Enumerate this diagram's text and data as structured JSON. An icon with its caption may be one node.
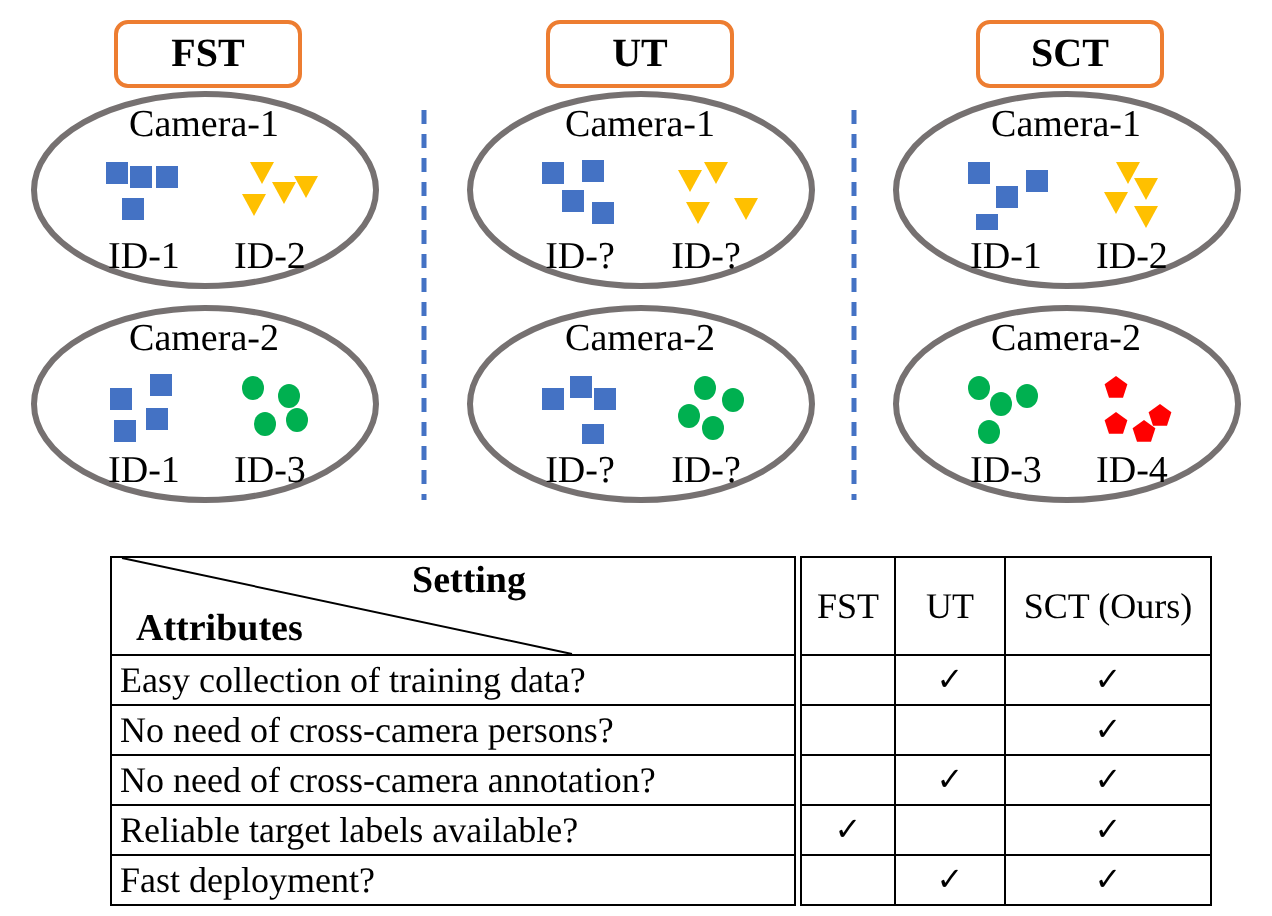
{
  "diagram": {
    "nodes": [
      {
        "text": [
          "FST"
        ]
      },
      {
        "text": [
          "UT"
        ]
      },
      {
        "text": [
          "SCT"
        ]
      },
      {
        "text": [
          "Camera-1",
          "ID-1",
          "ID-2"
        ]
      },
      {
        "text": [
          "Camera-1",
          "ID-?",
          "ID-?"
        ]
      },
      {
        "text": [
          "Camera-1",
          "ID-1",
          "ID-2"
        ]
      },
      {
        "text": [
          "Camera-2",
          "ID-1",
          "ID-3"
        ]
      },
      {
        "text": [
          "Camera-2",
          "ID-?",
          "ID-?"
        ]
      },
      {
        "text": [
          "Camera-2",
          "ID-3",
          "ID-4"
        ]
      }
    ],
    "edges": [],
    "labels": [
      "Setting",
      "Attributes",
      "FST",
      "UT",
      "SCT (Ours)",
      "Easy collection of training data?",
      "✓",
      "✓",
      "No need of cross-camera persons?",
      "✓",
      "No need of cross-camera annotation?",
      "✓",
      "✓",
      "Reliable target labels available?",
      "✓",
      "✓",
      "Fast deployment?",
      "✓",
      "✓"
    ]
  }
}
